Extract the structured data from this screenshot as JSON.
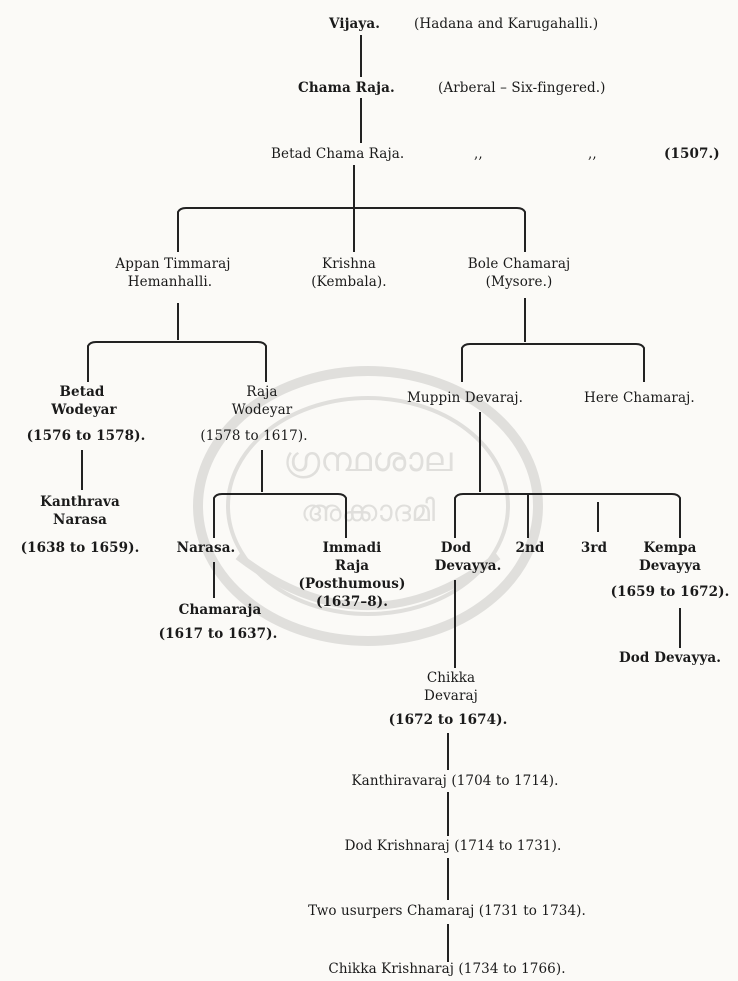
{
  "nodes": {
    "vijaya": "Vijaya.",
    "vijaya_note": "(Hadana and Karugahalli.)",
    "chama_raja": "Chama Raja.",
    "chama_raja_note": "(Arberal – Six-fingered.)",
    "betad_chama_raja": "Betad Chama Raja.",
    "ditto_1": ",,",
    "ditto_2": ",,",
    "year_1507": "(1507.)",
    "appan_timmaraj": "Appan Timmaraj",
    "hemanhalli": "Hemanhalli.",
    "krishna": "Krishna",
    "kembala": "(Kembala).",
    "bole_chamaraj": "Bole Chamaraj",
    "mysore": "(Mysore.)",
    "betad_wodeyar_name": "Betad",
    "betad_wodeyar_title": "Wodeyar",
    "betad_wodeyar_years": "(1576 to 1578).",
    "raja_wodeyar_name": "Raja",
    "raja_wodeyar_title": "Wodeyar",
    "raja_wodeyar_years": "(1578 to 1617).",
    "muppin_devaraj": "Muppin Devaraj.",
    "here_chamaraj": "Here Chamaraj.",
    "kanthirava_narasa_1": "Kanthrava",
    "kanthirava_narasa_2": "Narasa",
    "kanthirava_narasa_years": "(1638 to 1659).",
    "narasa": "Narasa.",
    "immadi_raja_1": "Immadi",
    "immadi_raja_2": "Raja",
    "immadi_raja_3": "(Posthumous)",
    "immadi_raja_years": "(1637–8).",
    "dod_devayya_1": "Dod",
    "dod_devayya_2": "Devayya.",
    "second": "2nd",
    "third": "3rd",
    "kempa_devayya_1": "Kempa",
    "kempa_devayya_2": "Devayya",
    "kempa_devayya_years": "(1659 to 1672).",
    "chamaraja": "Chamaraja",
    "chamaraja_years": "(1617 to 1637).",
    "dod_devayya_child": "Dod Devayya.",
    "chikka_devaraj_1": "Chikka",
    "chikka_devaraj_2": "Devaraj",
    "chikka_devaraj_years": "(1672 to 1674).",
    "kanthiravaraj": "Kanthiravaraj (1704 to 1714).",
    "dod_krishnaraj": "Dod Krishnaraj (1714 to 1731).",
    "usurpers": "Two usurpers Chamaraj (1731 to 1734).",
    "chikka_krishnaraj": "Chikka Krishnaraj (1734 to 1766)."
  },
  "watermark": {
    "line1": "ഗ്രന്ഥശാല",
    "line2": "അക്കാദമി"
  }
}
